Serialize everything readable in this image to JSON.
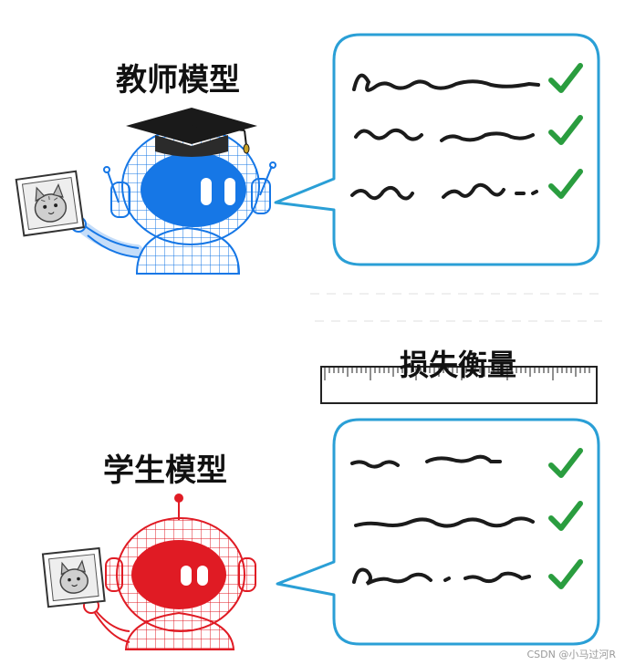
{
  "teacher": {
    "label": "教师模型",
    "color": "#1677e6",
    "bubble_lines": 3
  },
  "student": {
    "label": "学生模型",
    "color": "#e01b24",
    "bubble_lines": 3
  },
  "loss": {
    "label": "损失衡量"
  },
  "watermark": "CSDN @小马过河R",
  "colors": {
    "bubble_border": "#2a9fd6",
    "check": "#2a9d3f",
    "scribble": "#1b1b1b"
  },
  "icons": [
    "graduation-cap-icon",
    "cat-photo-icon",
    "check-icon",
    "ruler-icon"
  ]
}
